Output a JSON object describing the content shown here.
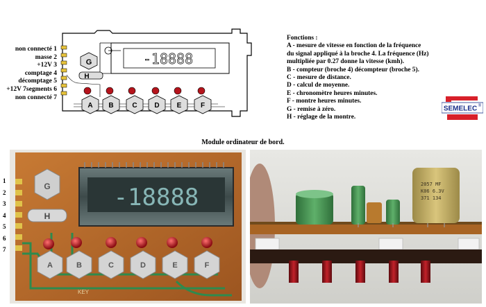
{
  "pins": [
    "non connecté 1",
    "masse 2",
    "+12V 3",
    "comptage 4",
    "décomptage 5",
    "+12V 7segments 6",
    "non connecté 7"
  ],
  "functions": {
    "title": "Fonctions :",
    "lines": [
      "A - mesure de vitesse en fonction de la fréquence",
      "du signal appliqué à la broche 4. La fréquence (Hz)",
      "multipliée par 0.27 donne la vitesse (kmh).",
      "B - compteur (broche 4) décompteur (broche 5).",
      "C - mesure de distance.",
      "D - calcul de moyenne.",
      "E - chronomètre heures minutes.",
      "F - montre heures minutes.",
      "G - remise à zéro.",
      "H - réglage de la montre."
    ]
  },
  "logo": {
    "text": "SEMELEC",
    "mark": "®"
  },
  "caption": "Module ordinateur de bord.",
  "diagram": {
    "display_text": "-18888",
    "key_g": "G",
    "key_h": "H",
    "keys": [
      "A",
      "B",
      "C",
      "D",
      "E",
      "F"
    ]
  },
  "photo": {
    "edge_numbers": [
      "1",
      "2",
      "3",
      "4",
      "5",
      "6",
      "7"
    ],
    "display_text": "-18888",
    "key_g": "G",
    "key_h": "H",
    "keys": [
      "A",
      "B",
      "C",
      "D",
      "E",
      "F"
    ],
    "pcb_text": "KEY",
    "cap_text": [
      "2057 MF",
      "K06 6.3V",
      "371 134"
    ]
  },
  "colors": {
    "pcb": "#b86a2a",
    "trace_green": "#2e8a4e",
    "led_red": "#b5141c",
    "logo_red": "#d8202a",
    "logo_blue": "#1a2f8a",
    "vfd_glow": "#9fd6d6"
  }
}
